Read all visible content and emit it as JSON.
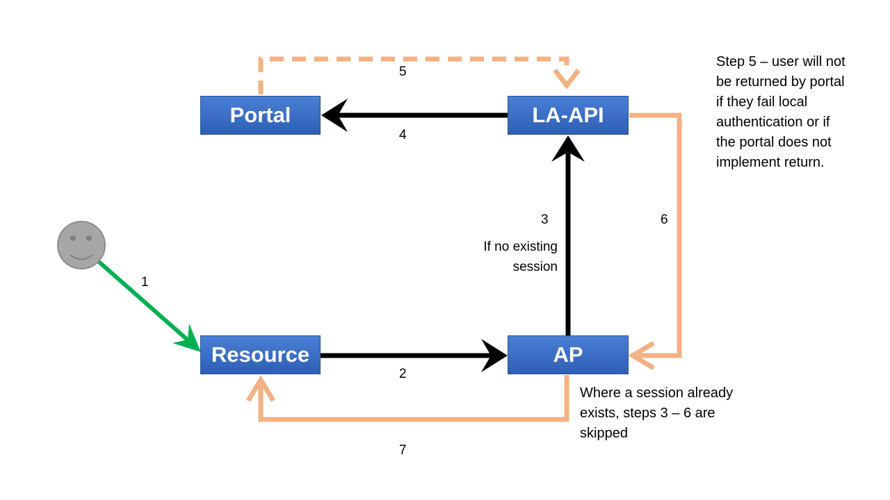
{
  "colors": {
    "box_fill_top": "#4a7fd6",
    "box_fill_bottom": "#2d5fb4",
    "black_arrow": "#000000",
    "orange_arrow": "#f4b183",
    "green_arrow": "#00b050",
    "user_face": "#a6a6a6"
  },
  "nodes": {
    "portal": "Portal",
    "la_api": "LA-API",
    "resource": "Resource",
    "ap": "AP",
    "user": "smiley-face-icon"
  },
  "steps": {
    "s1": "1",
    "s2": "2",
    "s3": "3",
    "s4": "4",
    "s5": "5",
    "s6": "6",
    "s7": "7"
  },
  "step3_condition": "If no existing\nsession",
  "notes": {
    "step5": "Step 5 – user will not\nbe returned by portal\nif they fail local\nauthentication or if\nthe portal does not\nimplement return.",
    "session": "Where a session already\nexists, steps 3 – 6 are\nskipped"
  }
}
